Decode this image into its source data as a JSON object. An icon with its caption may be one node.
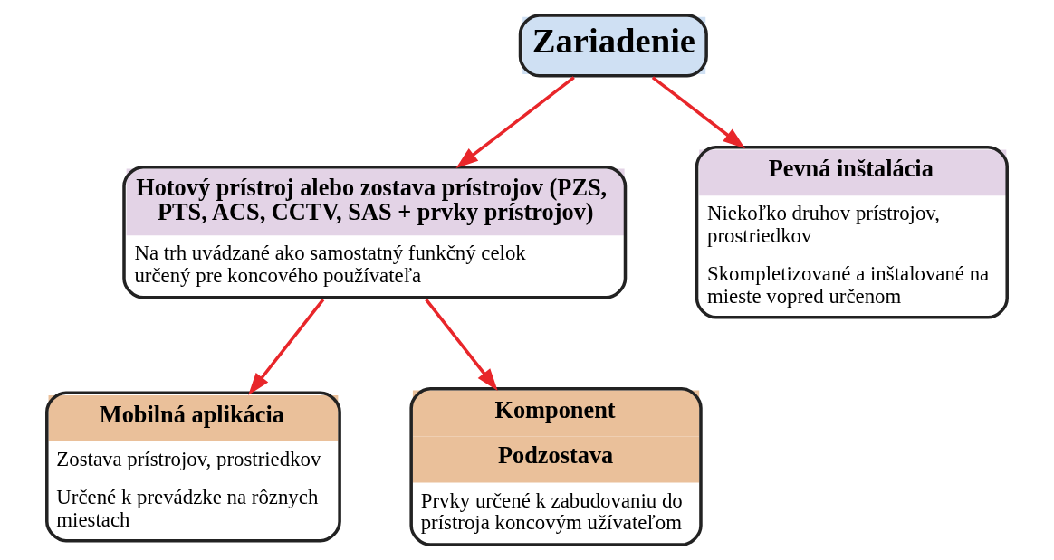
{
  "diagram": {
    "nodes": [
      {
        "text": [
          "Zariadenie"
        ]
      },
      {
        "text": [
          "Hotový prístroj alebo zostava prístrojov (PZS, PTS, ACS, CCTV, SAS + prvky prístrojov)",
          "Na trh uvádzané ako samostatný funkčný celok určený pre koncového používateľa"
        ]
      },
      {
        "text": [
          "Pevná inštalácia",
          "Niekoľko druhov prístrojov, prostriedkov",
          "Skompletizované a inštalované na mieste vopred určenom"
        ]
      },
      {
        "text": [
          "Mobilná aplikácia",
          "Zostava prístrojov, prostriedkov",
          "Určené k prevádzke na rôznych miestach"
        ]
      },
      {
        "text": [
          "Komponent",
          "Podzostava",
          "Prvky určené k zabudovaniu do prístroja koncovým užívateľom"
        ]
      }
    ],
    "edges": [
      {
        "from": 0,
        "to": 1,
        "arrow": "to",
        "color": "#e8262a"
      },
      {
        "from": 0,
        "to": 2,
        "arrow": "to",
        "color": "#e8262a"
      },
      {
        "from": 1,
        "to": 3,
        "arrow": "to",
        "color": "#e8262a"
      },
      {
        "from": 1,
        "to": 4,
        "arrow": "to",
        "color": "#e8262a"
      }
    ]
  }
}
